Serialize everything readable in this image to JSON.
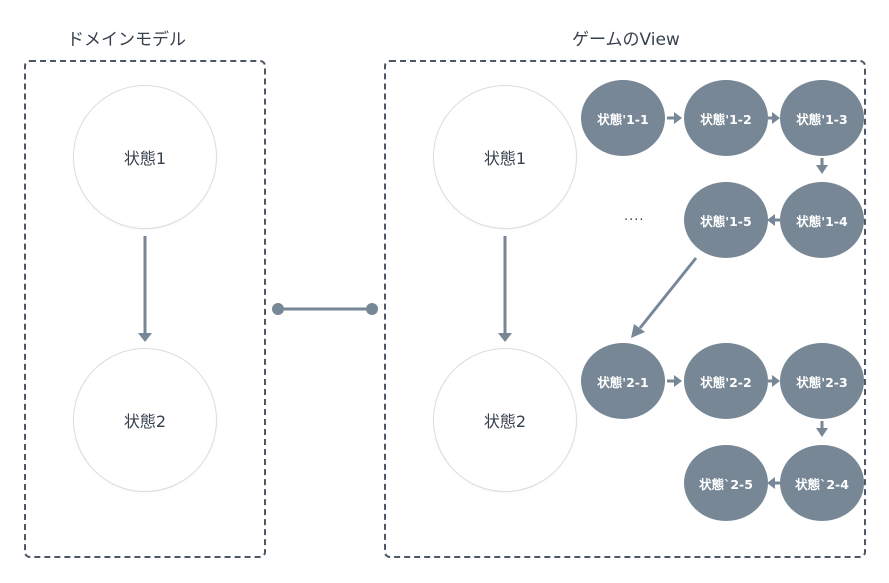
{
  "domain_panel": {
    "title": "ドメインモデル",
    "states": [
      {
        "label": "状態1"
      },
      {
        "label": "状態2"
      }
    ]
  },
  "view_panel": {
    "title": "ゲームのView",
    "states": [
      {
        "label": "状態1"
      },
      {
        "label": "状態2"
      }
    ],
    "ellipsis": "....",
    "row1_nodes": [
      {
        "label": "状態'1-1"
      },
      {
        "label": "状態'1-2"
      },
      {
        "label": "状態'1-3"
      },
      {
        "label": "状態'1-4"
      },
      {
        "label": "状態'1-5"
      }
    ],
    "row2_nodes": [
      {
        "label": "状態'2-1"
      },
      {
        "label": "状態'2-2"
      },
      {
        "label": "状態'2-3"
      },
      {
        "label": "状態`2-4"
      },
      {
        "label": "状態`2-5"
      }
    ]
  },
  "colors": {
    "node_fill": "#778796",
    "arrow": "#778796",
    "dashed_border": "#4c5865",
    "text": "#37414d"
  }
}
